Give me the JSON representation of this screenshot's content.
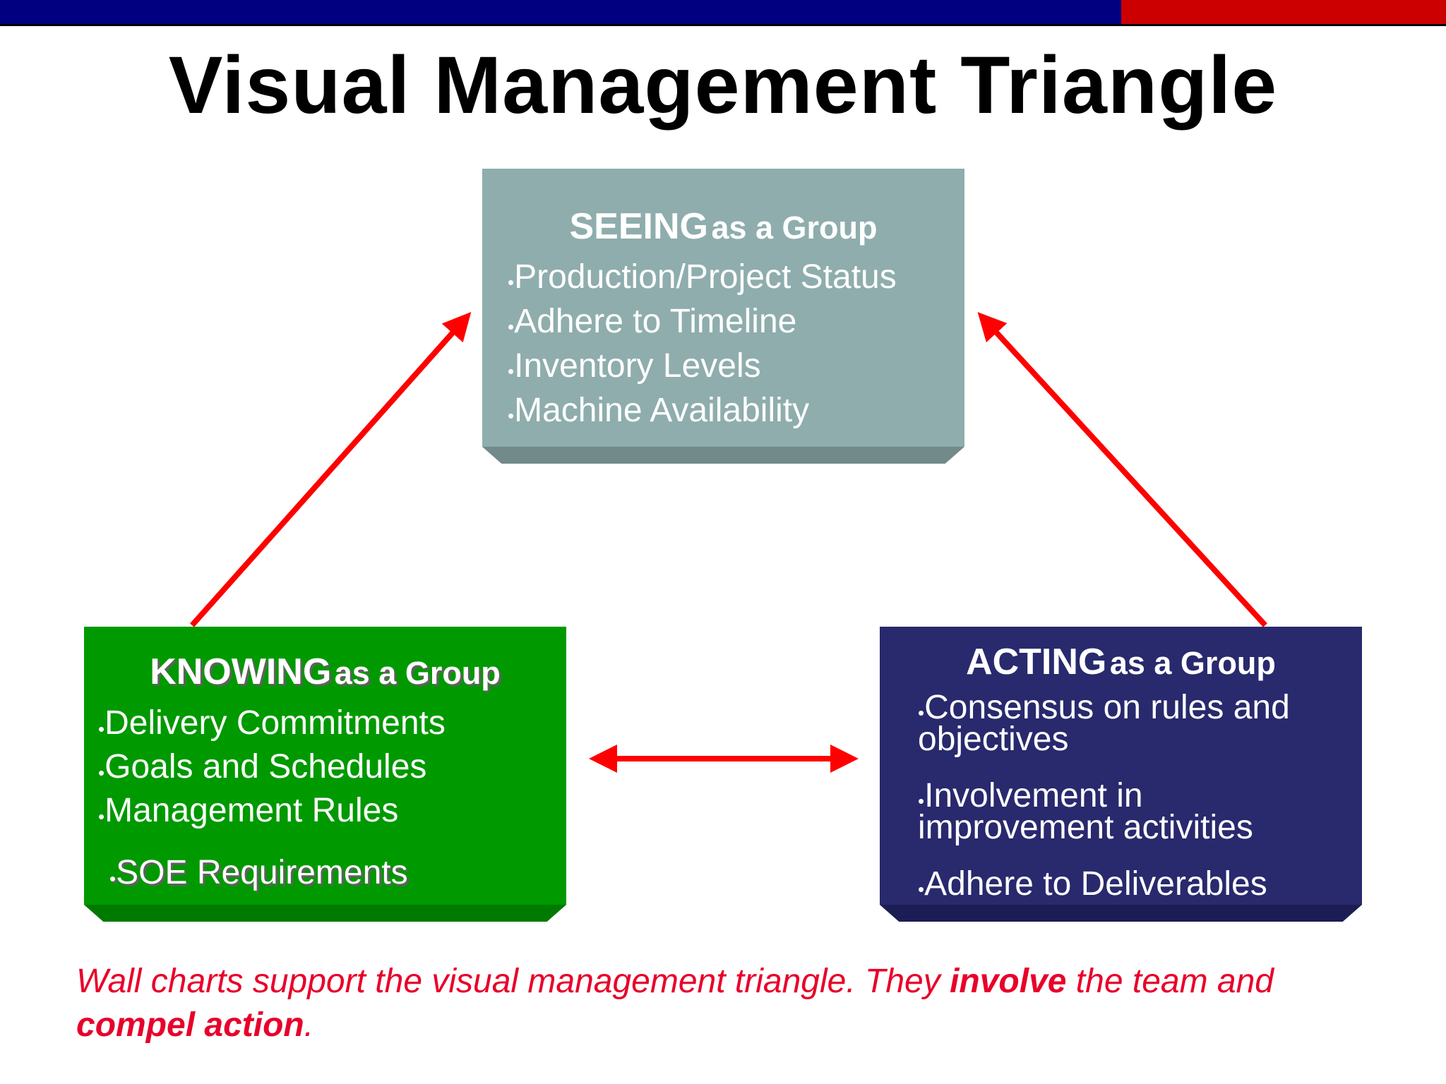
{
  "title": "Visual Management Triangle",
  "colors": {
    "top_bar_blue": "#000080",
    "top_bar_red": "#cc0000",
    "seeing_box": "#8fadad",
    "knowing_box": "#009900",
    "acting_box": "#29296e",
    "arrow": "#ff0000",
    "caption": "#e8002a"
  },
  "seeing": {
    "heading_keyword": "SEEING",
    "heading_rest": "as a Group",
    "items": [
      "Production/Project Status",
      "Adhere to Timeline",
      "Inventory Levels",
      "Machine Availability"
    ]
  },
  "knowing": {
    "heading_keyword": "KNOWING",
    "heading_rest": "as a Group",
    "items": [
      "Delivery Commitments",
      "Goals and Schedules",
      "Management Rules",
      "SOE Requirements"
    ]
  },
  "acting": {
    "heading_keyword": "ACTING",
    "heading_rest": "as a Group",
    "items": [
      "Consensus on rules and objectives",
      "Involvement in improvement activities",
      "Adhere to Deliverables"
    ]
  },
  "caption": {
    "part1": "Wall charts support the visual management triangle. They ",
    "bold1": "involve",
    "part2": " the team and ",
    "bold2": "compel action",
    "part3": "."
  }
}
